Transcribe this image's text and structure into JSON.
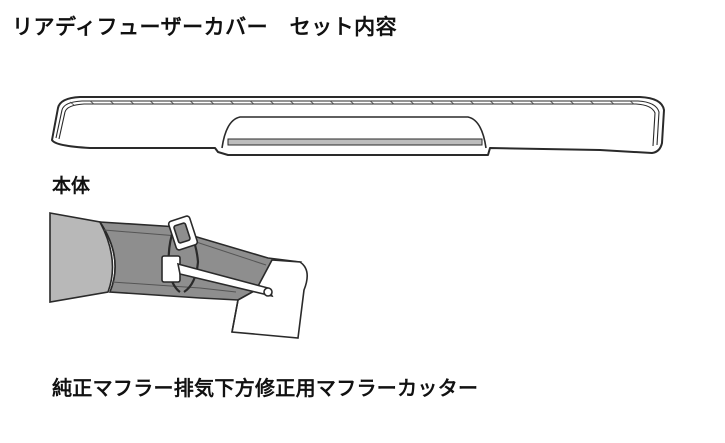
{
  "title": "リアディフューザーカバー　セット内容",
  "items": [
    {
      "label": "本体",
      "illustration": "diffuser-cover-body"
    },
    {
      "label": "純正マフラー排気下方修正用マフラーカッター",
      "illustration": "muffler-cutter-with-clamp"
    }
  ],
  "colors": {
    "line": "#2a2a2a",
    "shade_dark": "#8c8c8c",
    "shade_mid": "#b5b5b5",
    "fill_light": "#ffffff"
  }
}
